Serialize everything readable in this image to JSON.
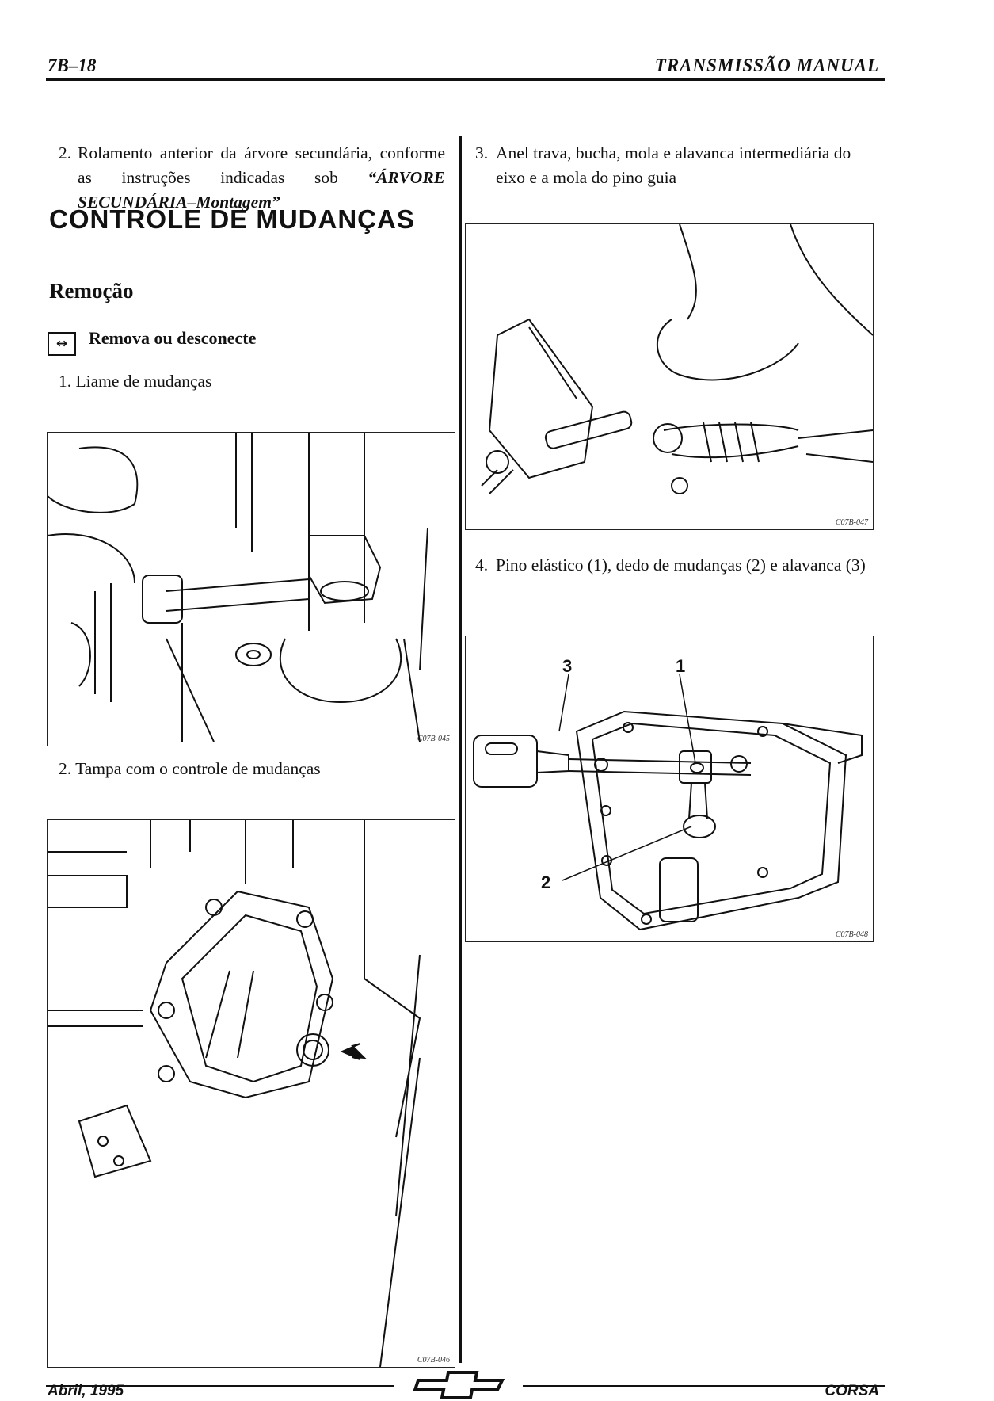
{
  "header": {
    "page_number": "7B–18",
    "chapter_title": "TRANSMISSÃO MANUAL"
  },
  "left_column": {
    "item2_prev": {
      "number": "2.",
      "text": "Rolamento anterior da árvore secundária, conforme as instruções indicadas sob",
      "ref": "“ÁRVORE SECUNDÁRIA–Montagem”"
    },
    "section_title": "CONTROLE DE MUDANÇAS",
    "subsection_title": "Remoção",
    "remove_icon": "remove-disconnect-icon",
    "remove_label": "Remova ou desconecte",
    "steps": [
      {
        "number": "1.",
        "text": "Liame de mudanças"
      },
      {
        "number": "2.",
        "text": "Tampa com o controle de mudanças"
      }
    ],
    "figures": [
      {
        "code": "C07B-045"
      },
      {
        "code": "C07B-046"
      }
    ]
  },
  "right_column": {
    "steps": [
      {
        "number": "3.",
        "text": "Anel trava, bucha, mola e alavanca intermediária do eixo e a mola do pino guia"
      },
      {
        "number": "4.",
        "text": "Pino elástico (1), dedo de mudanças (2) e alavanca (3)"
      }
    ],
    "figures": [
      {
        "code": "C07B-047"
      },
      {
        "code": "C07B-048",
        "callouts": [
          "3",
          "1",
          "2"
        ]
      }
    ]
  },
  "footer": {
    "date": "Abril, 1995",
    "logo": "chevrolet-bowtie-logo",
    "model": "CORSA"
  }
}
